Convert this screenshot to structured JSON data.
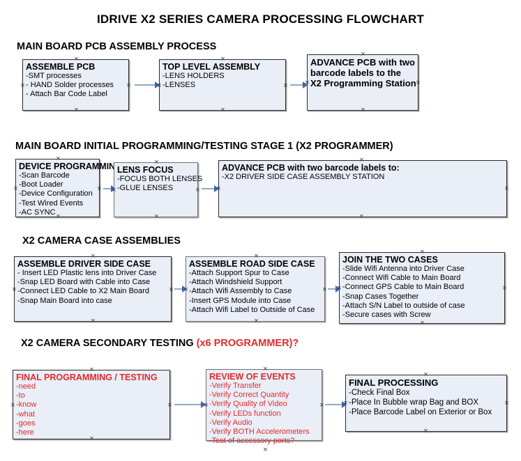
{
  "document": {
    "title": "IDRIVE X2  SERIES CAMERA PROCESSING FLOWCHART"
  },
  "sections": [
    {
      "id": "main-board-pcb-assembly-process",
      "title": "MAIN BOARD PCB ASSEMBLY PROCESS",
      "title_accent": "",
      "nodes": [
        {
          "id": "assemble-pcb",
          "header": "ASSEMBLE PCB",
          "lines": [
            "-SMT processes",
            "- HAND Solder processes",
            "- Attach Bar Code Label"
          ]
        },
        {
          "id": "top-level-assembly",
          "header": "TOP LEVEL ASSEMBLY",
          "lines": [
            "-LENS HOLDERS",
            "-LENSES"
          ]
        },
        {
          "id": "advance-pcb-programming-station",
          "header": "ADVANCE PCB with two",
          "lines": [
            "barcode labels to the",
            " X2 Programming Station"
          ]
        }
      ]
    },
    {
      "id": "main-board-initial-programming",
      "title": "MAIN BOARD INITIAL PROGRAMMING/TESTING STAGE 1 (X2 PROGRAMMER)",
      "title_accent": "",
      "nodes": [
        {
          "id": "device-programming",
          "header": "DEVICE PROGRAMMING",
          "lines": [
            "-Scan Barcode",
            "-Boot Loader",
            "-Device Configuration",
            "-Test Wired Events",
            "-AC SYNC"
          ]
        },
        {
          "id": "lens-focus",
          "header": "LENS FOCUS",
          "lines": [
            "-FOCUS BOTH LENSES",
            "-GLUE LENSES"
          ]
        },
        {
          "id": "advance-pcb-driver-side-case",
          "header": "ADVANCE PCB with two barcode labels to:",
          "lines": [
            "-X2 DRIVER  SIDE  CASE  ASSEMBLY STATION"
          ]
        }
      ]
    },
    {
      "id": "x2-camera-case-assemblies",
      "title": "X2 CAMERA CASE ASSEMBLIES",
      "title_accent": "",
      "nodes": [
        {
          "id": "assemble-driver-side-case",
          "header": "ASSEMBLE DRIVER SIDE CASE",
          "lines": [
            "- Insert LED Plastic lens into Driver Case",
            "-Snap LED Board with Cable into Case",
            "-Connect LED Cable to X2 Main Board",
            "-Snap Main Board into case"
          ]
        },
        {
          "id": "assemble-road-side-case",
          "header": "ASSEMBLE ROAD SIDE CASE",
          "lines": [
            "-Attach Support Spur to Case",
            "-Attach Windshield Support",
            "-Attach Wifi Assembly to Case",
            "-Insert GPS Module into Case",
            "-Attach Wifi Label to Outside of Case"
          ]
        },
        {
          "id": "join-the-two-cases",
          "header": "JOIN THE TWO CASES",
          "lines": [
            "-Slide Wifi Antenna into Driver Case",
            "-Connect Wifi Cable to Main Board",
            "-Connect GPS Cable to Main Board",
            "-Snap Cases Together",
            "-Attach S/N Label to outside of case",
            "-Secure cases with Screw"
          ]
        }
      ]
    },
    {
      "id": "x2-camera-secondary-testing",
      "title": "X2 CAMERA SECONDARY TESTING ",
      "title_accent": "(x6 PROGRAMMER)?",
      "nodes": [
        {
          "id": "final-programming-testing",
          "header": "FINAL PROGRAMMING / TESTING",
          "lines": [
            "-need",
            "-to",
            "-know",
            "-what",
            "-goes",
            "-here"
          ]
        },
        {
          "id": "review-of-events",
          "header": "REVIEW OF EVENTS",
          "lines": [
            "-Verify Transfer",
            "-Verify Correct Quantity",
            "-Verify Quality of Video",
            "-Verify LEDs function",
            "-Verify Audio",
            "-Verify BOTH Accelerometers",
            "-Test of accessory ports?"
          ]
        },
        {
          "id": "final-processing",
          "header": "FINAL PROCESSING",
          "lines": [
            " -Check Final Box",
            "-Place In Bubble wrap Bag and BOX",
            "-Place Barcode Label on Exterior or Box"
          ]
        }
      ]
    }
  ],
  "colors": {
    "node_fill": "#e9eef7",
    "node_border": "#2a2a2a",
    "connector_line": "#8fa9c4",
    "arrow_head": "#3a63b5",
    "accent_red": "#e02b2b",
    "text": "#000000"
  }
}
